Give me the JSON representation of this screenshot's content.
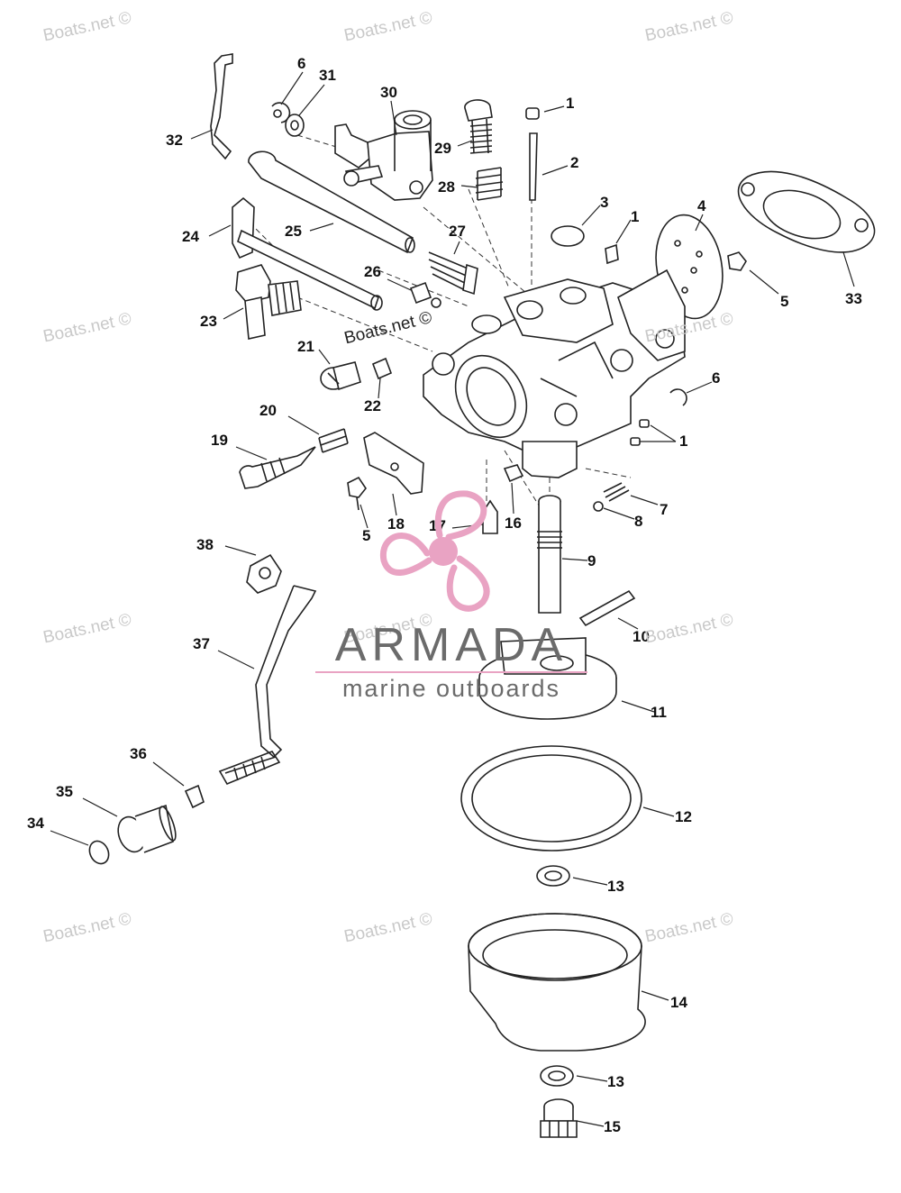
{
  "callouts": [
    "1",
    "2",
    "3",
    "1",
    "4",
    "5",
    "33",
    "6",
    "31",
    "30",
    "29",
    "28",
    "32",
    "24",
    "25",
    "27",
    "26",
    "23",
    "21",
    "22",
    "20",
    "19",
    "18",
    "5",
    "17",
    "16",
    "6",
    "1",
    "7",
    "8",
    "9",
    "10",
    "38",
    "37",
    "11",
    "12",
    "13",
    "36",
    "35",
    "34",
    "14",
    "13",
    "15"
  ],
  "watermark": {
    "text": "Boats.net ©",
    "repeats": 12
  },
  "brand": {
    "name": "ARMADA",
    "tagline": "marine outboards",
    "accent_color": "#e9a3c3",
    "text_color": "#6b6b6b",
    "logo_icon": "propeller-icon"
  }
}
